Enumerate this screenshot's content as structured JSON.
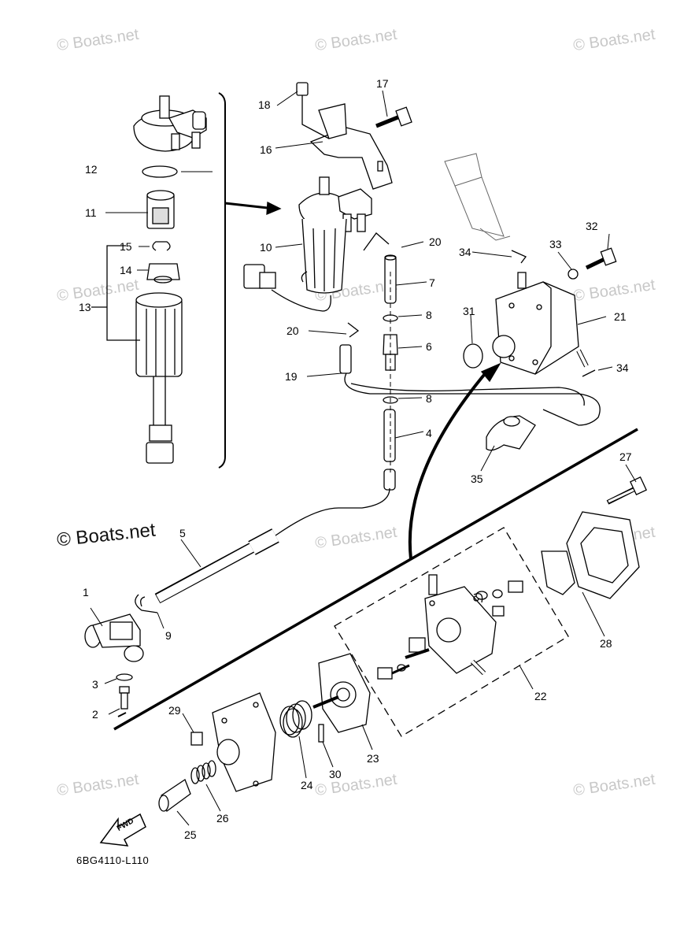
{
  "watermark": "© Boats.net",
  "main_watermark": "© Boats.net",
  "diagram_code": "6BG4110-L110",
  "fwd_label": "FWD",
  "callouts": {
    "c1": "1",
    "c2": "2",
    "c3": "3",
    "c4": "4",
    "c5": "5",
    "c6": "6",
    "c7": "7",
    "c8a": "8",
    "c8b": "8",
    "c9": "9",
    "c10": "10",
    "c11": "11",
    "c12": "12",
    "c13": "13",
    "c14": "14",
    "c15": "15",
    "c16": "16",
    "c17": "17",
    "c18": "18",
    "c19": "19",
    "c20a": "20",
    "c20b": "20",
    "c21": "21",
    "c22": "22",
    "c23": "23",
    "c24": "24",
    "c25": "25",
    "c26": "26",
    "c27": "27",
    "c28": "28",
    "c29": "29",
    "c30": "30",
    "c31": "31",
    "c32": "32",
    "c33": "33",
    "c34a": "34",
    "c34b": "34",
    "c35": "35"
  }
}
